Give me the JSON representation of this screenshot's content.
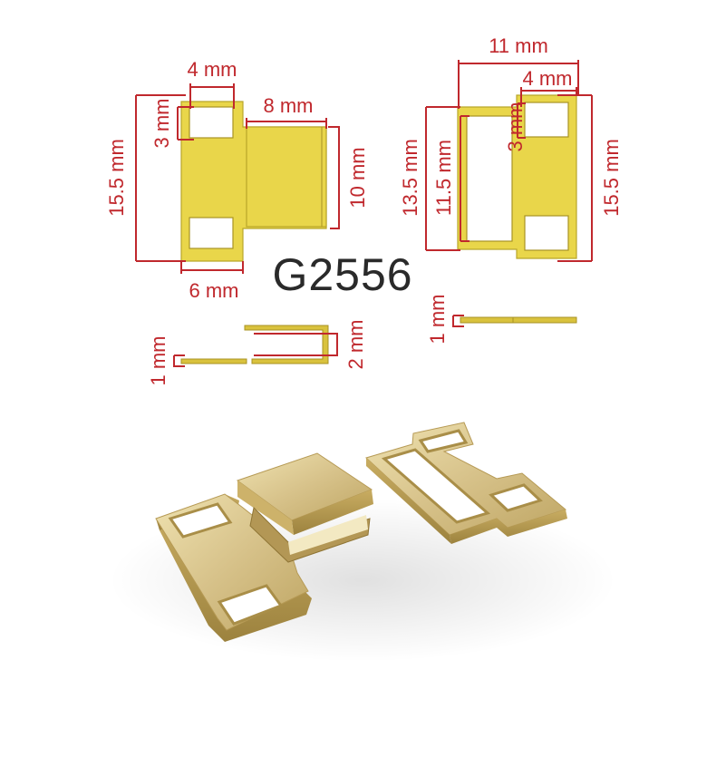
{
  "product_code": "G2556",
  "dimensions": {
    "left_top_width": "4 mm",
    "left_hole_height": "3 mm",
    "left_clip_width": "8 mm",
    "left_total_height": "15.5 mm",
    "left_clip_height": "10 mm",
    "left_bottom_width": "6 mm",
    "right_total_width": "11 mm",
    "right_top_width": "4 mm",
    "right_hole_height": "3 mm",
    "right_outer_height": "13.5 mm",
    "right_inner_height": "11.5 mm",
    "right_total_height": "15.5 mm",
    "side_left_thickness": "1 mm",
    "side_left_gap": "2 mm",
    "side_right_thickness": "1 mm"
  },
  "colors": {
    "dimension": "#c0282d",
    "gold_flat": "#e9d64a",
    "gold_metal": "#d8c07a",
    "text": "#2a2a2a"
  }
}
